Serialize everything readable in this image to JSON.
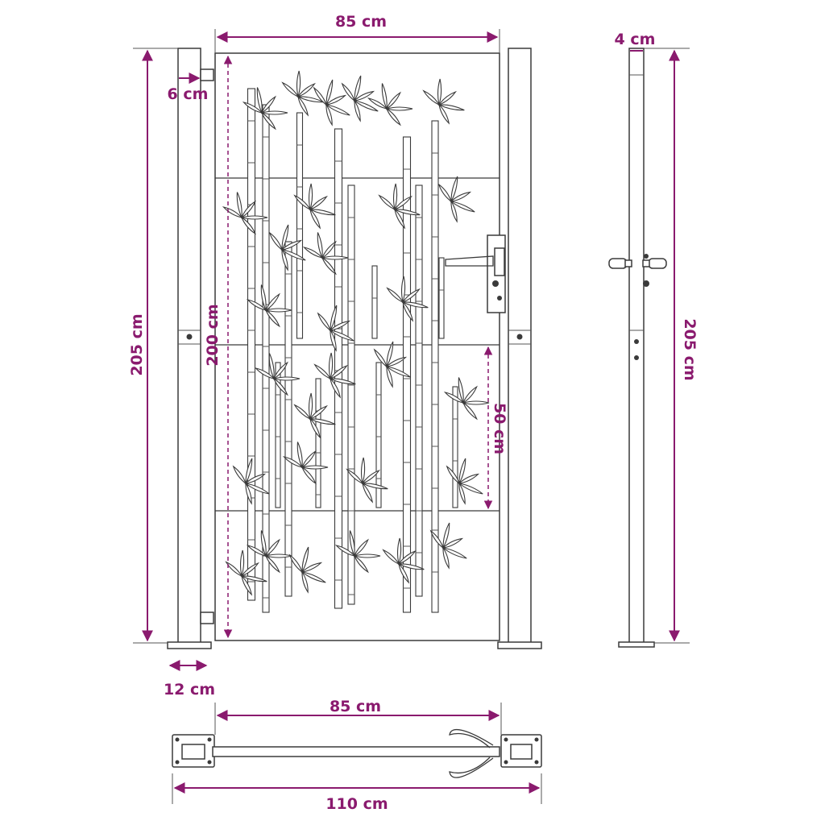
{
  "colors": {
    "dimension": "#8a1a6e",
    "line": "#3a3a3a"
  },
  "labels": {
    "gate_width": "85 cm",
    "post_gap": "6 cm",
    "post_height": "205 cm",
    "gate_height": "200 cm",
    "panel_height": "50 cm",
    "base_width": "12 cm",
    "side_depth": "4 cm",
    "side_height": "205 cm",
    "top_gate_width": "85 cm",
    "total_width": "110 cm"
  }
}
